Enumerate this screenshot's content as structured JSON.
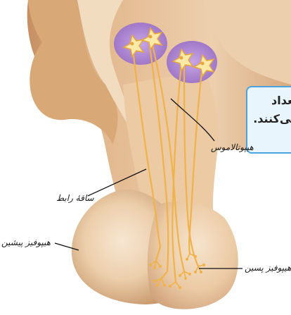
{
  "labels": {
    "hypothalamus": "هیپوتالاموس",
    "infundibulum": "ساقهٔ رابط",
    "anterior_pituitary": "هیپوفیز پیشین",
    "posterior_pituitary": "هیپوفیز پسین"
  },
  "callout": {
    "line1": "تعداد",
    "line2": "می‌کنند."
  },
  "colors": {
    "tissue": "#e7c29a",
    "tissue_dark": "#c99a6e",
    "nucleus": "#b58ed6",
    "axon": "#f0b24a"
  }
}
